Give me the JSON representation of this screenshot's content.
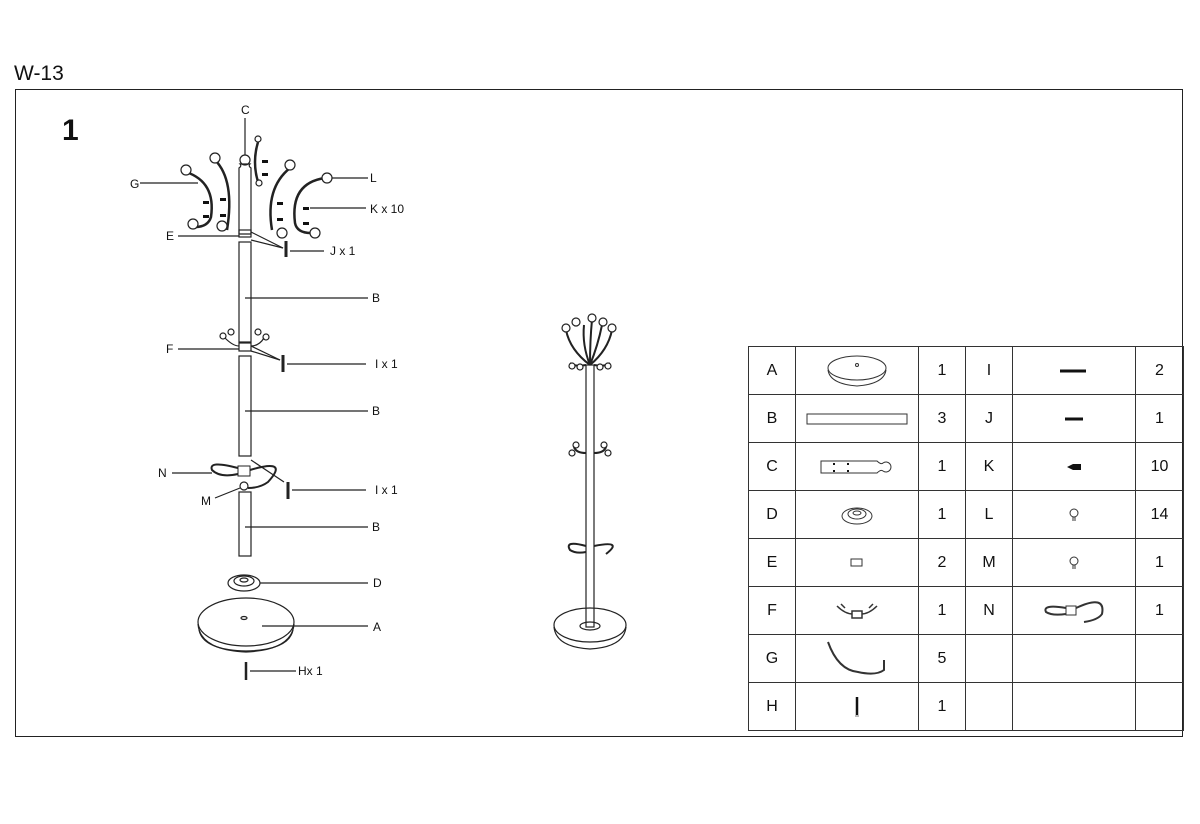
{
  "document": {
    "title": "W-13",
    "step": "1"
  },
  "exploded_view": {
    "labels": {
      "C": "C",
      "G": "G",
      "L": "L",
      "K": "K x 10",
      "E": "E",
      "J": "J x 1",
      "B1": "B",
      "F": "F",
      "I1": "I x 1",
      "B2": "B",
      "N": "N",
      "M": "M",
      "I2": "I x 1",
      "B3": "B",
      "D": "D",
      "A": "A",
      "H": "Hx 1"
    }
  },
  "parts_table": {
    "rows": [
      {
        "left": {
          "id": "A",
          "icon": "base-disc",
          "qty": "1"
        },
        "right": {
          "id": "I",
          "icon": "long-bolt",
          "qty": "2"
        }
      },
      {
        "left": {
          "id": "B",
          "icon": "tube",
          "qty": "3"
        },
        "right": {
          "id": "J",
          "icon": "short-bolt",
          "qty": "1"
        }
      },
      {
        "left": {
          "id": "C",
          "icon": "top-post",
          "qty": "1"
        },
        "right": {
          "id": "K",
          "icon": "plug",
          "qty": "10"
        }
      },
      {
        "left": {
          "id": "D",
          "icon": "base-cap",
          "qty": "1"
        },
        "right": {
          "id": "L",
          "icon": "knob",
          "qty": "14"
        }
      },
      {
        "left": {
          "id": "E",
          "icon": "connector",
          "qty": "2"
        },
        "right": {
          "id": "M",
          "icon": "knob",
          "qty": "1"
        }
      },
      {
        "left": {
          "id": "F",
          "icon": "middle-hook-bracket",
          "qty": "1"
        },
        "right": {
          "id": "N",
          "icon": "umbrella-ring",
          "qty": "1"
        }
      },
      {
        "left": {
          "id": "G",
          "icon": "hook-arm",
          "qty": "5"
        },
        "right": null
      },
      {
        "left": {
          "id": "H",
          "icon": "screw",
          "qty": "1"
        },
        "right": null
      }
    ]
  }
}
